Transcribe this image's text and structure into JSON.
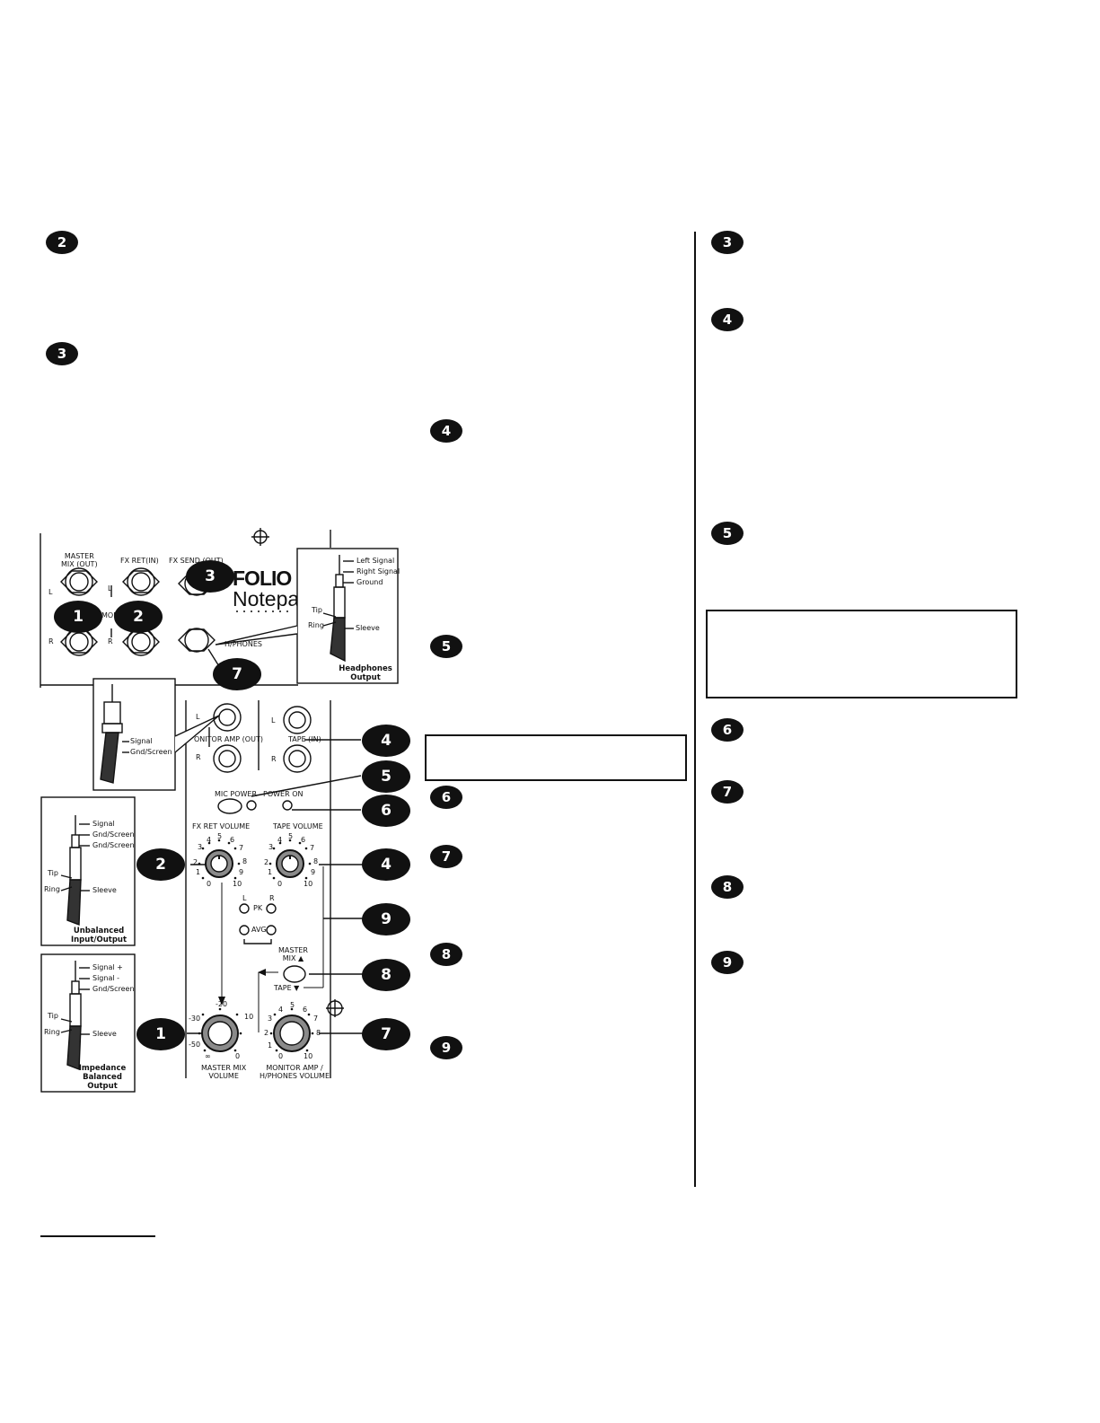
{
  "text_markers": {
    "left": [
      "2",
      "3"
    ],
    "middle": [
      "4",
      "5",
      "6",
      "7",
      "8",
      "9"
    ],
    "right": [
      "3",
      "4",
      "5",
      "6",
      "7",
      "8",
      "9"
    ]
  },
  "diagram": {
    "rear_panel": {
      "master_mix_out": "MASTER\nMIX (OUT)",
      "fx_ret_in": "FX RET(IN)",
      "fx_send_out": "FX SEND (OUT)",
      "l": "L",
      "r": "R",
      "mono": "MONO",
      "hphones": "H/PHONES",
      "brand_top": "FOLIO",
      "brand_bottom": "Notepa"
    },
    "headphone_plug": {
      "left_signal": "Left Signal",
      "right_signal": "Right Signal",
      "ground": "Ground",
      "tip": "Tip",
      "ring": "Ring",
      "sleeve": "Sleeve",
      "caption": "Headphones\nOutput"
    },
    "rca_plug": {
      "signal": "Signal",
      "gnd": "Gnd/Screen"
    },
    "unbalanced_plug": {
      "signal": "Signal",
      "gnd1": "Gnd/Screen",
      "gnd2": "Gnd/Screen",
      "tip": "Tip",
      "ring": "Ring",
      "sleeve": "Sleeve",
      "caption": "Unbalanced\nInput/Output"
    },
    "balanced_plug": {
      "signal_plus": "Signal +",
      "signal_minus": "Signal -",
      "gnd": "Gnd/Screen",
      "tip": "Tip",
      "ring": "Ring",
      "sleeve": "Sleeve",
      "caption": "Impedance\nBalanced\nOutput"
    },
    "front_panel": {
      "l": "L",
      "r": "R",
      "monitor_amp_out": "ONITOR AMP (OUT)",
      "tape_in": "TAPE (IN)",
      "mic_power": "MIC POWER",
      "power_on": "POWER ON",
      "fx_ret_volume": "FX RET VOLUME",
      "tape_volume": "TAPE VOLUME",
      "pk": "PK",
      "avg": "AVG",
      "master_mix": "MASTER\nMIX ▲",
      "tape": "TAPE ▼",
      "master_mix_volume": "MASTER MIX\nVOLUME",
      "monitor_volume": "MONITOR AMP /\nH/PHONES VOLUME",
      "scale_ten": [
        "0",
        "1",
        "2",
        "3",
        "4",
        "5",
        "6",
        "7",
        "8",
        "9",
        "10"
      ],
      "scale_master": [
        "-50",
        "-30",
        "-20",
        "10",
        "0",
        "∞"
      ]
    },
    "callouts": {
      "rear": [
        "1",
        "2",
        "3",
        "7"
      ],
      "front": [
        "4",
        "5",
        "6",
        "2",
        "4",
        "9",
        "8",
        "1",
        "7"
      ]
    }
  },
  "colors": {
    "ink": "#111111",
    "paper": "#ffffff",
    "knob": "#8a8a8a"
  }
}
